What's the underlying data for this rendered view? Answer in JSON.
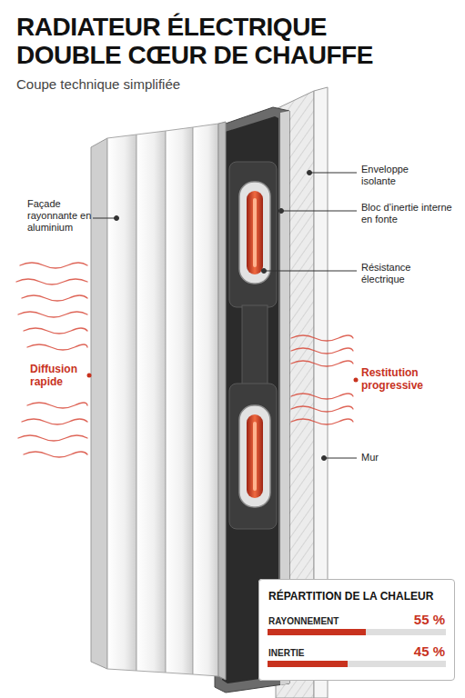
{
  "diagram": {
    "title": "RADIATEUR ÉLECTRIQUE DOUBLE CŒUR DE CHAUFFE",
    "nodes": [
      {
        "text": [
          "RÉPARTITION DE LA CHALEUR",
          "RAYONNEMENT",
          "55 %",
          "INERTIE",
          "45 %"
        ]
      }
    ],
    "labels": [
      "Coupe technique simplifiée",
      "Façade rayonnante en aluminium",
      "Diffusion rapide",
      "Enveloppe isolante",
      "Bloc d’inertie interne en fonte",
      "Résistance électrique",
      "Restitution progressive",
      "Mur"
    ]
  }
}
